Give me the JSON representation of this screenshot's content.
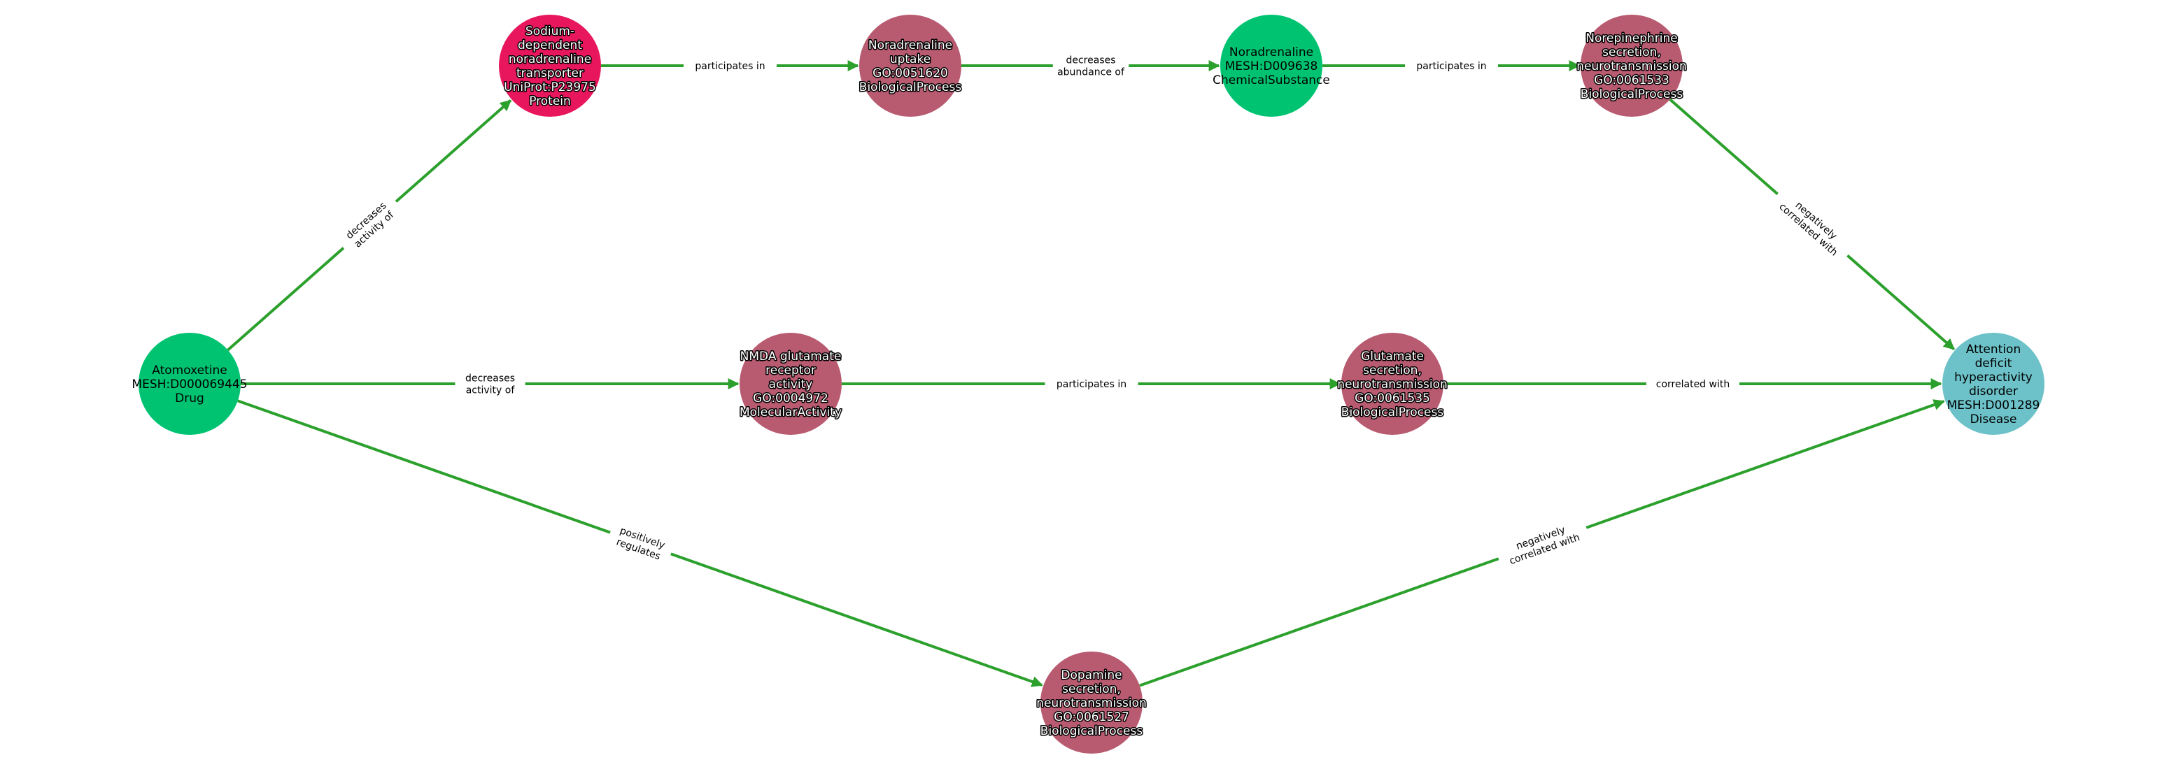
{
  "colors": {
    "edge": "#2ca02c",
    "Drug": "#00c371",
    "ChemicalSubstance": "#00c371",
    "Protein": "#e8175d",
    "BiologicalProcess": "#b85a70",
    "MolecularActivity": "#b85a70",
    "Disease": "#6cc2c8"
  },
  "nodes": [
    {
      "id": "atomoxetine",
      "lines": [
        "Atomoxetine",
        "MESH:D000069445",
        "Drug"
      ],
      "type": "Drug"
    },
    {
      "id": "sodium",
      "lines": [
        "Sodium-",
        "dependent",
        "noradrenaline",
        "transporter",
        "UniProt:P23975",
        "Protein"
      ],
      "type": "Protein"
    },
    {
      "id": "uptake",
      "lines": [
        "Noradrenaline",
        "uptake",
        "GO:0051620",
        "BiologicalProcess"
      ],
      "type": "BiologicalProcess"
    },
    {
      "id": "noradrenaline",
      "lines": [
        "Noradrenaline",
        "MESH:D009638",
        "ChemicalSubstance"
      ],
      "type": "ChemicalSubstance"
    },
    {
      "id": "norepinephrine",
      "lines": [
        "Norepinephrine",
        "secretion,",
        "neurotransmission",
        "GO:0061533",
        "BiologicalProcess"
      ],
      "type": "BiologicalProcess"
    },
    {
      "id": "adhd",
      "lines": [
        "Attention",
        "deficit",
        "hyperactivity",
        "disorder",
        "MESH:D001289",
        "Disease"
      ],
      "type": "Disease"
    },
    {
      "id": "nmda",
      "lines": [
        "NMDA glutamate",
        "receptor",
        "activity",
        "GO:0004972",
        "MolecularActivity"
      ],
      "type": "MolecularActivity"
    },
    {
      "id": "glutamate",
      "lines": [
        "Glutamate",
        "secretion,",
        "neurotransmission",
        "GO:0061535",
        "BiologicalProcess"
      ],
      "type": "BiologicalProcess"
    },
    {
      "id": "dopamine",
      "lines": [
        "Dopamine",
        "secretion,",
        "neurotransmission",
        "GO:0061527",
        "BiologicalProcess"
      ],
      "type": "BiologicalProcess"
    }
  ],
  "edges": [
    {
      "from": "atomoxetine",
      "to": "sodium",
      "label": [
        "decreases",
        "activity of"
      ]
    },
    {
      "from": "sodium",
      "to": "uptake",
      "label": [
        "participates in"
      ]
    },
    {
      "from": "uptake",
      "to": "noradrenaline",
      "label": [
        "decreases",
        "abundance of"
      ]
    },
    {
      "from": "noradrenaline",
      "to": "norepinephrine",
      "label": [
        "participates in"
      ]
    },
    {
      "from": "norepinephrine",
      "to": "adhd",
      "label": [
        "negatively",
        "correlated with"
      ]
    },
    {
      "from": "atomoxetine",
      "to": "nmda",
      "label": [
        "decreases",
        "activity of"
      ]
    },
    {
      "from": "nmda",
      "to": "glutamate",
      "label": [
        "participates in"
      ]
    },
    {
      "from": "glutamate",
      "to": "adhd",
      "label": [
        "correlated with"
      ]
    },
    {
      "from": "atomoxetine",
      "to": "dopamine",
      "label": [
        "positively",
        "regulates"
      ]
    },
    {
      "from": "dopamine",
      "to": "adhd",
      "label": [
        "negatively",
        "correlated with"
      ]
    }
  ]
}
